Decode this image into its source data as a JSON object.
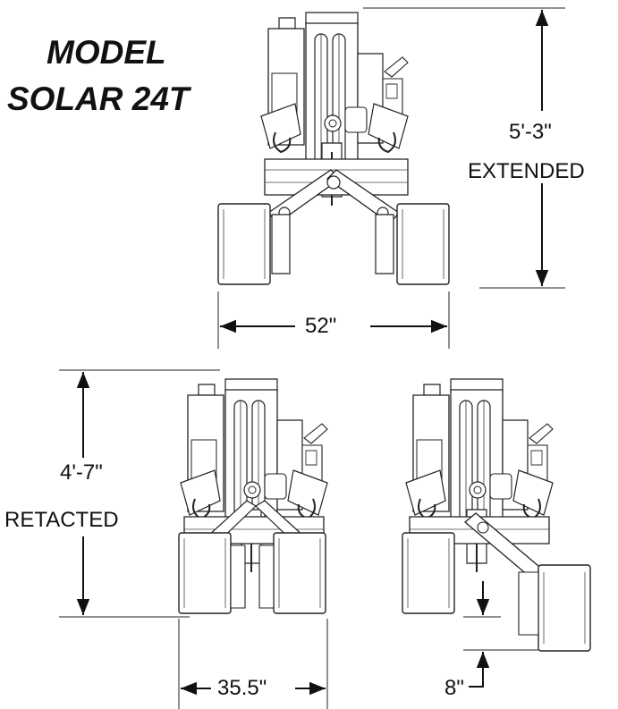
{
  "title": {
    "line1": "MODEL",
    "line2": "SOLAR 24T"
  },
  "dimensions": {
    "extended_height": "5'-3\"",
    "extended_label": "EXTENDED",
    "extended_width": "52\"",
    "retracted_height": "4'-7\"",
    "retracted_label": "RETACTED",
    "retracted_width": "35.5\"",
    "track_offset": "8\""
  }
}
